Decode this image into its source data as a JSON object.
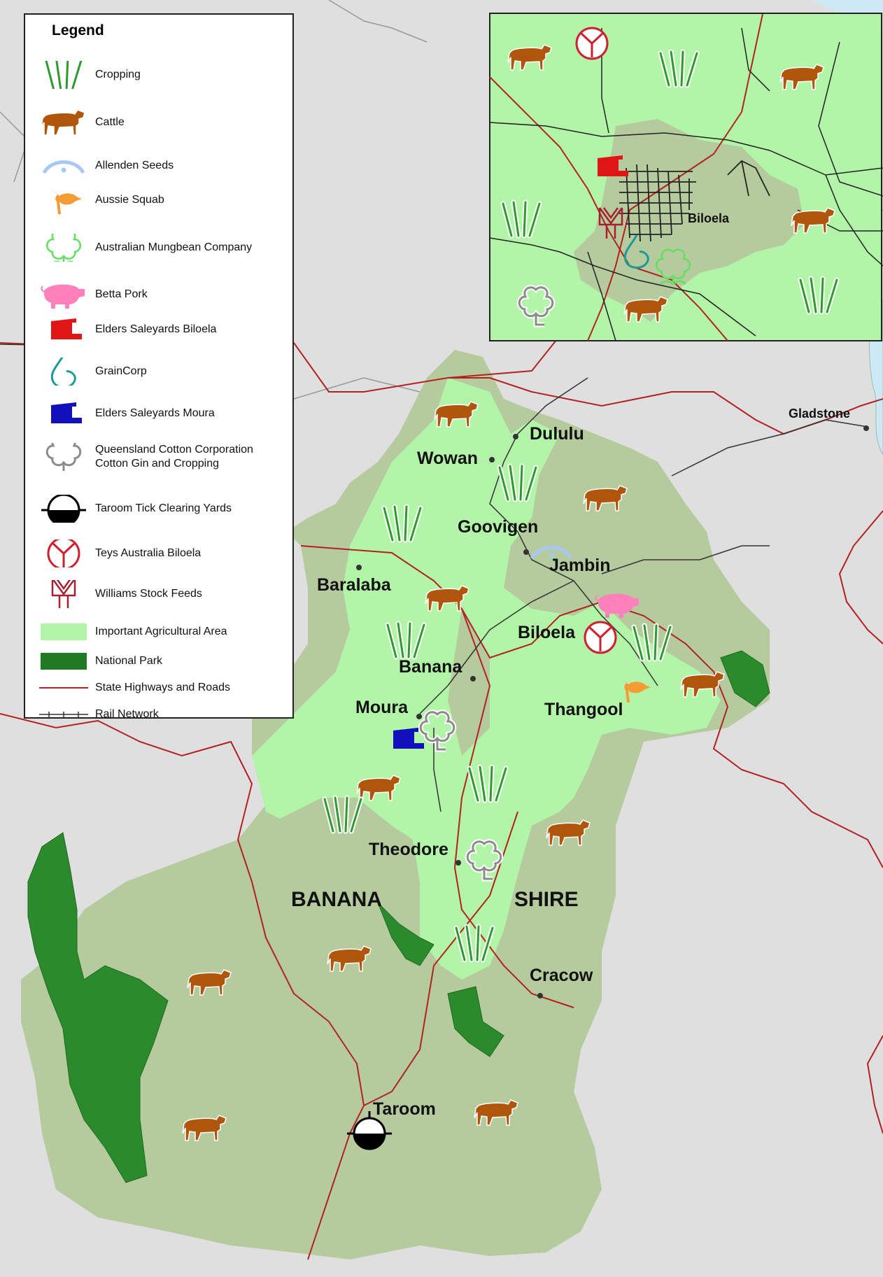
{
  "legend": {
    "title": "Legend",
    "items": [
      {
        "symbol": "cropping-icon",
        "label": "Cropping"
      },
      {
        "symbol": "cattle-icon",
        "label": "Cattle"
      },
      {
        "symbol": "allenden-seeds-icon",
        "label": "Allenden Seeds"
      },
      {
        "symbol": "aussie-squab-icon",
        "label": "Aussie Squab"
      },
      {
        "symbol": "mungbean-icon",
        "label": "Australian Mungbean Company"
      },
      {
        "symbol": "pig-icon",
        "label": "Betta Pork"
      },
      {
        "symbol": "elders-biloela-icon",
        "label": "Elders Saleyards Biloela"
      },
      {
        "symbol": "graincorp-icon",
        "label": "GrainCorp"
      },
      {
        "symbol": "elders-moura-icon",
        "label": "Elders Saleyards Moura"
      },
      {
        "symbol": "cotton-icon",
        "label": "Queensland Cotton Corporation\nCotton Gin and Cropping"
      },
      {
        "symbol": "tick-yards-icon",
        "label": "Taroom Tick Clearing Yards"
      },
      {
        "symbol": "teys-icon",
        "label": "Teys Australia Biloela"
      },
      {
        "symbol": "williams-icon",
        "label": "Williams Stock Feeds"
      },
      {
        "symbol": "important-agri-swatch",
        "label": "Important Agricultural Area"
      },
      {
        "symbol": "national-park-swatch",
        "label": "National Park"
      },
      {
        "symbol": "highway-line",
        "label": "State Highways and Roads"
      },
      {
        "symbol": "rail-line",
        "label": "Rail Network"
      }
    ]
  },
  "towns": {
    "dululu": "Dululu",
    "wowan": "Wowan",
    "goovigen": "Goovigen",
    "jambin": "Jambin",
    "baralaba": "Baralaba",
    "biloela": "Biloela",
    "banana": "Banana",
    "thangool": "Thangool",
    "moura": "Moura",
    "theodore": "Theodore",
    "cracow": "Cracow",
    "taroom": "Taroom",
    "gladstone": "Gladstone"
  },
  "region_label": {
    "part1": "BANANA",
    "part2": "SHIRE"
  },
  "inset": {
    "town": "Biloela"
  },
  "colors": {
    "background": "#dfdfdf",
    "shire": "#b5cb9d",
    "agricultural": "#b3f5a8",
    "national_park": "#2a8a2c",
    "highway": "#b22222",
    "rail": "#333333",
    "water": "#cde9f3",
    "cattle": "#b0560c"
  }
}
